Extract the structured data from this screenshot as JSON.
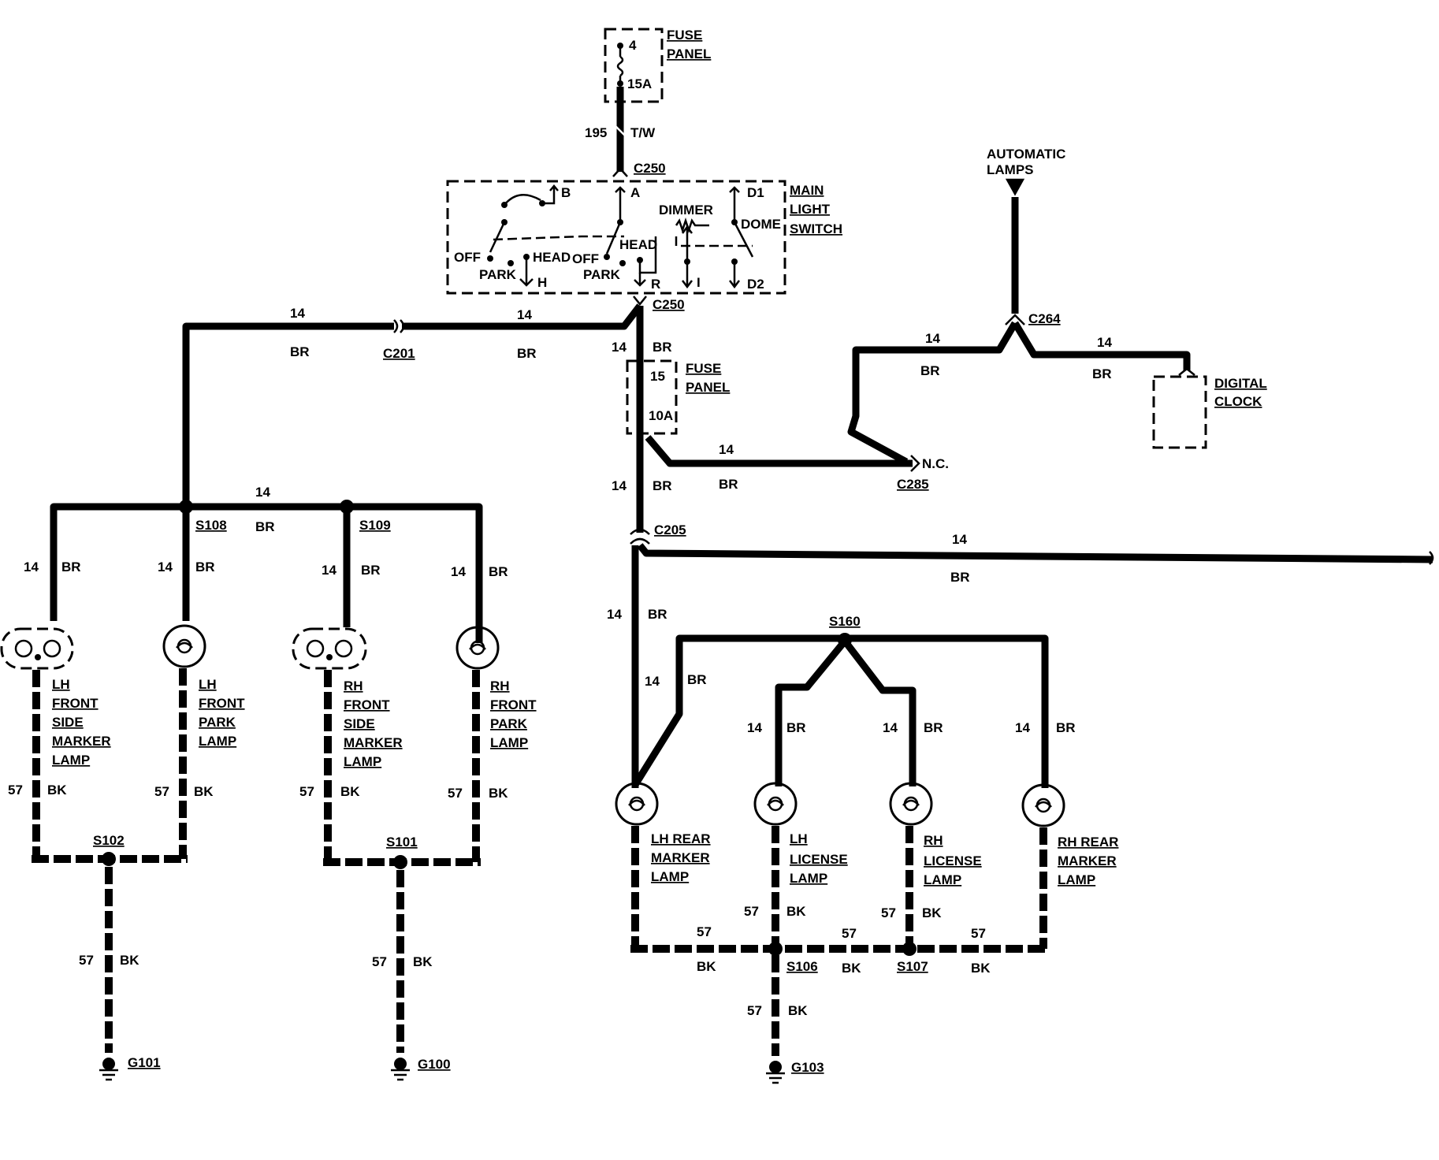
{
  "fuse_panel_top": {
    "title": [
      "FUSE",
      "PANEL"
    ],
    "fuse_number": "4",
    "rating": "15A"
  },
  "fuse_panel_mid": {
    "title": [
      "FUSE",
      "PANEL"
    ],
    "fuse_number": "15",
    "rating": "10A"
  },
  "main_switch": {
    "title": [
      "MAIN",
      "LIGHT",
      "SWITCH"
    ],
    "terminals": {
      "b": "B",
      "a": "A",
      "d1": "D1",
      "h": "H",
      "r": "R",
      "i": "I",
      "d2": "D2"
    },
    "positions": {
      "off1": "OFF",
      "park1": "PARK",
      "head1": "HEAD",
      "off2": "OFF",
      "park2": "PARK",
      "head2": "HEAD",
      "dimmer": "DIMMER",
      "dome": "DOME"
    }
  },
  "connectors": {
    "c250_top": "C250",
    "c250_bottom": "C250",
    "c201": "C201",
    "c264": "C264",
    "c285": "C285",
    "c285_nc": "N.C.",
    "c205": "C205"
  },
  "splices": {
    "s108": "S108",
    "s109": "S109",
    "s160": "S160",
    "s102": "S102",
    "s101": "S101",
    "s106": "S106",
    "s107": "S107"
  },
  "grounds": {
    "g101": "G101",
    "g100": "G100",
    "g103": "G103"
  },
  "automatic_lamps": [
    "AUTOMATIC",
    "LAMPS"
  ],
  "digital_clock": [
    "DIGITAL",
    "CLOCK"
  ],
  "wire_labels": {
    "w195": "195",
    "tw": "T/W",
    "c14": "14",
    "br": "BR",
    "c57": "57",
    "bk": "BK"
  },
  "lamps": {
    "lh_front_side_marker": [
      "LH",
      "FRONT",
      "SIDE",
      "MARKER",
      "LAMP"
    ],
    "lh_front_park": [
      "LH",
      "FRONT",
      "PARK",
      "LAMP"
    ],
    "rh_front_side_marker": [
      "RH",
      "FRONT",
      "SIDE",
      "MARKER",
      "LAMP"
    ],
    "rh_front_park": [
      "RH",
      "FRONT",
      "PARK",
      "LAMP"
    ],
    "lh_rear_marker": [
      "LH REAR",
      "MARKER",
      "LAMP"
    ],
    "lh_license": [
      "LH",
      "LICENSE",
      "LAMP"
    ],
    "rh_license": [
      "RH",
      "LICENSE",
      "LAMP"
    ],
    "rh_rear_marker": [
      "RH REAR",
      "MARKER",
      "LAMP"
    ]
  }
}
